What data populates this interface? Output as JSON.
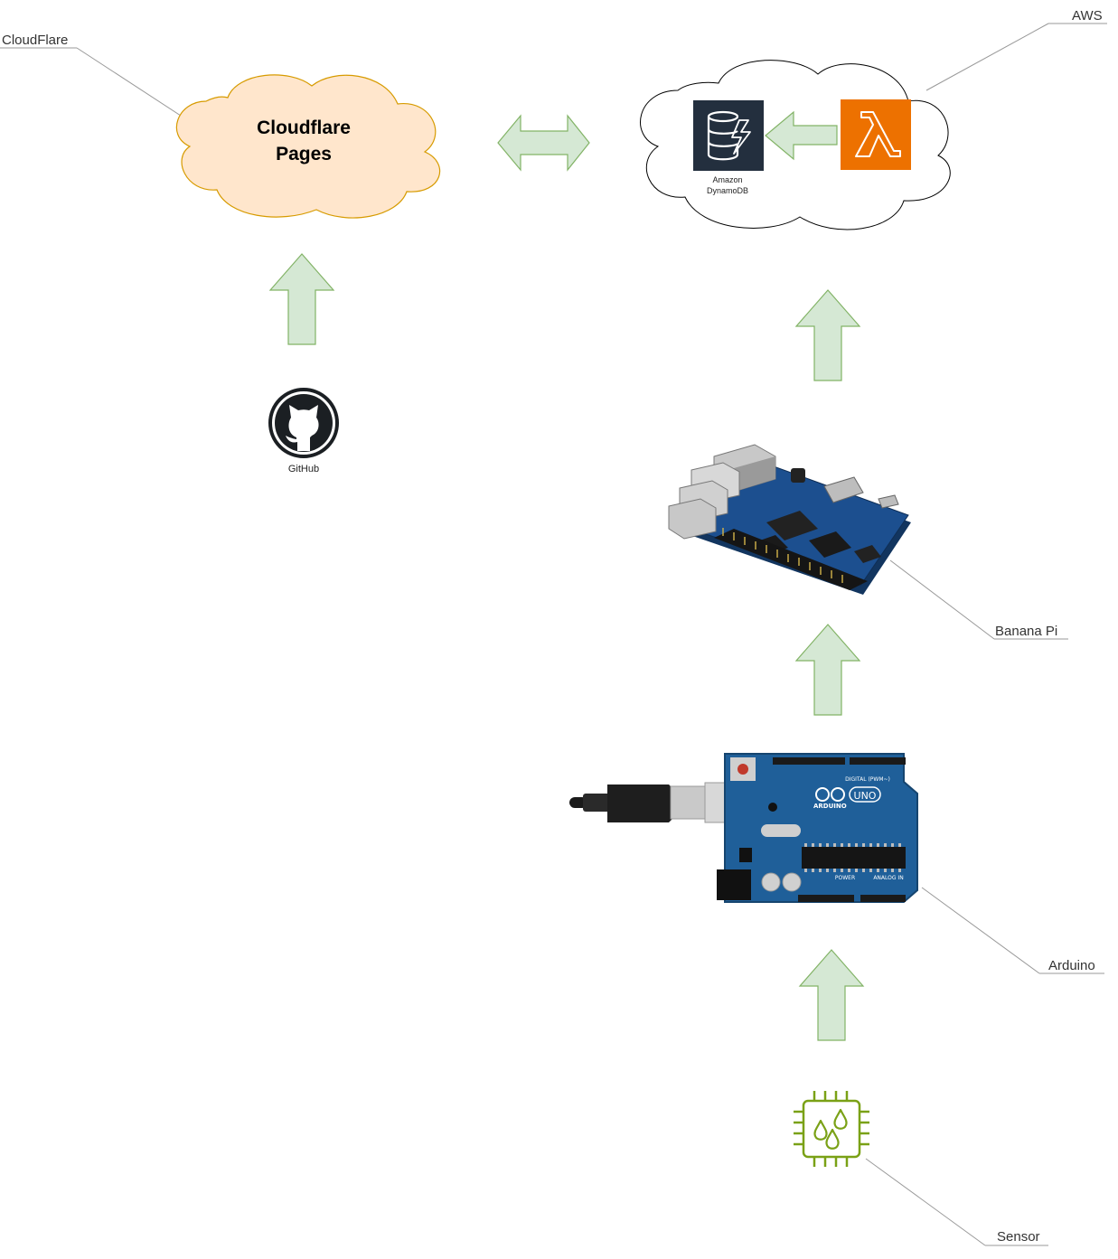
{
  "labels": {
    "cloudflare": "CloudFlare",
    "aws": "AWS",
    "banana_pi": "Banana Pi",
    "arduino": "Arduino",
    "sensor": "Sensor"
  },
  "cloudflare_pages": {
    "line1": "Cloudflare",
    "line2": "Pages"
  },
  "dynamodb": {
    "line1": "Amazon",
    "line2": "DynamoDB"
  },
  "github": {
    "label": "GitHub"
  },
  "lambda": {
    "glyph": "λ"
  },
  "arduino_board": {
    "brand": "ARDUINO",
    "model": "UNO",
    "digital": "DIGITAL (PWM~)",
    "power": "POWER",
    "analog": "ANALOG IN"
  },
  "colors": {
    "arrow_fill": "#d5e8d4",
    "arrow_stroke": "#82b366",
    "cloudflare_fill": "#ffe6cc",
    "cloudflare_stroke": "#d79b00",
    "dynamodb_bg": "#232f3e",
    "lambda_bg": "#ed7100",
    "sensor_green": "#7aa116",
    "arduino_blue": "#1f5f99",
    "banana_blue": "#1c4f8f"
  }
}
